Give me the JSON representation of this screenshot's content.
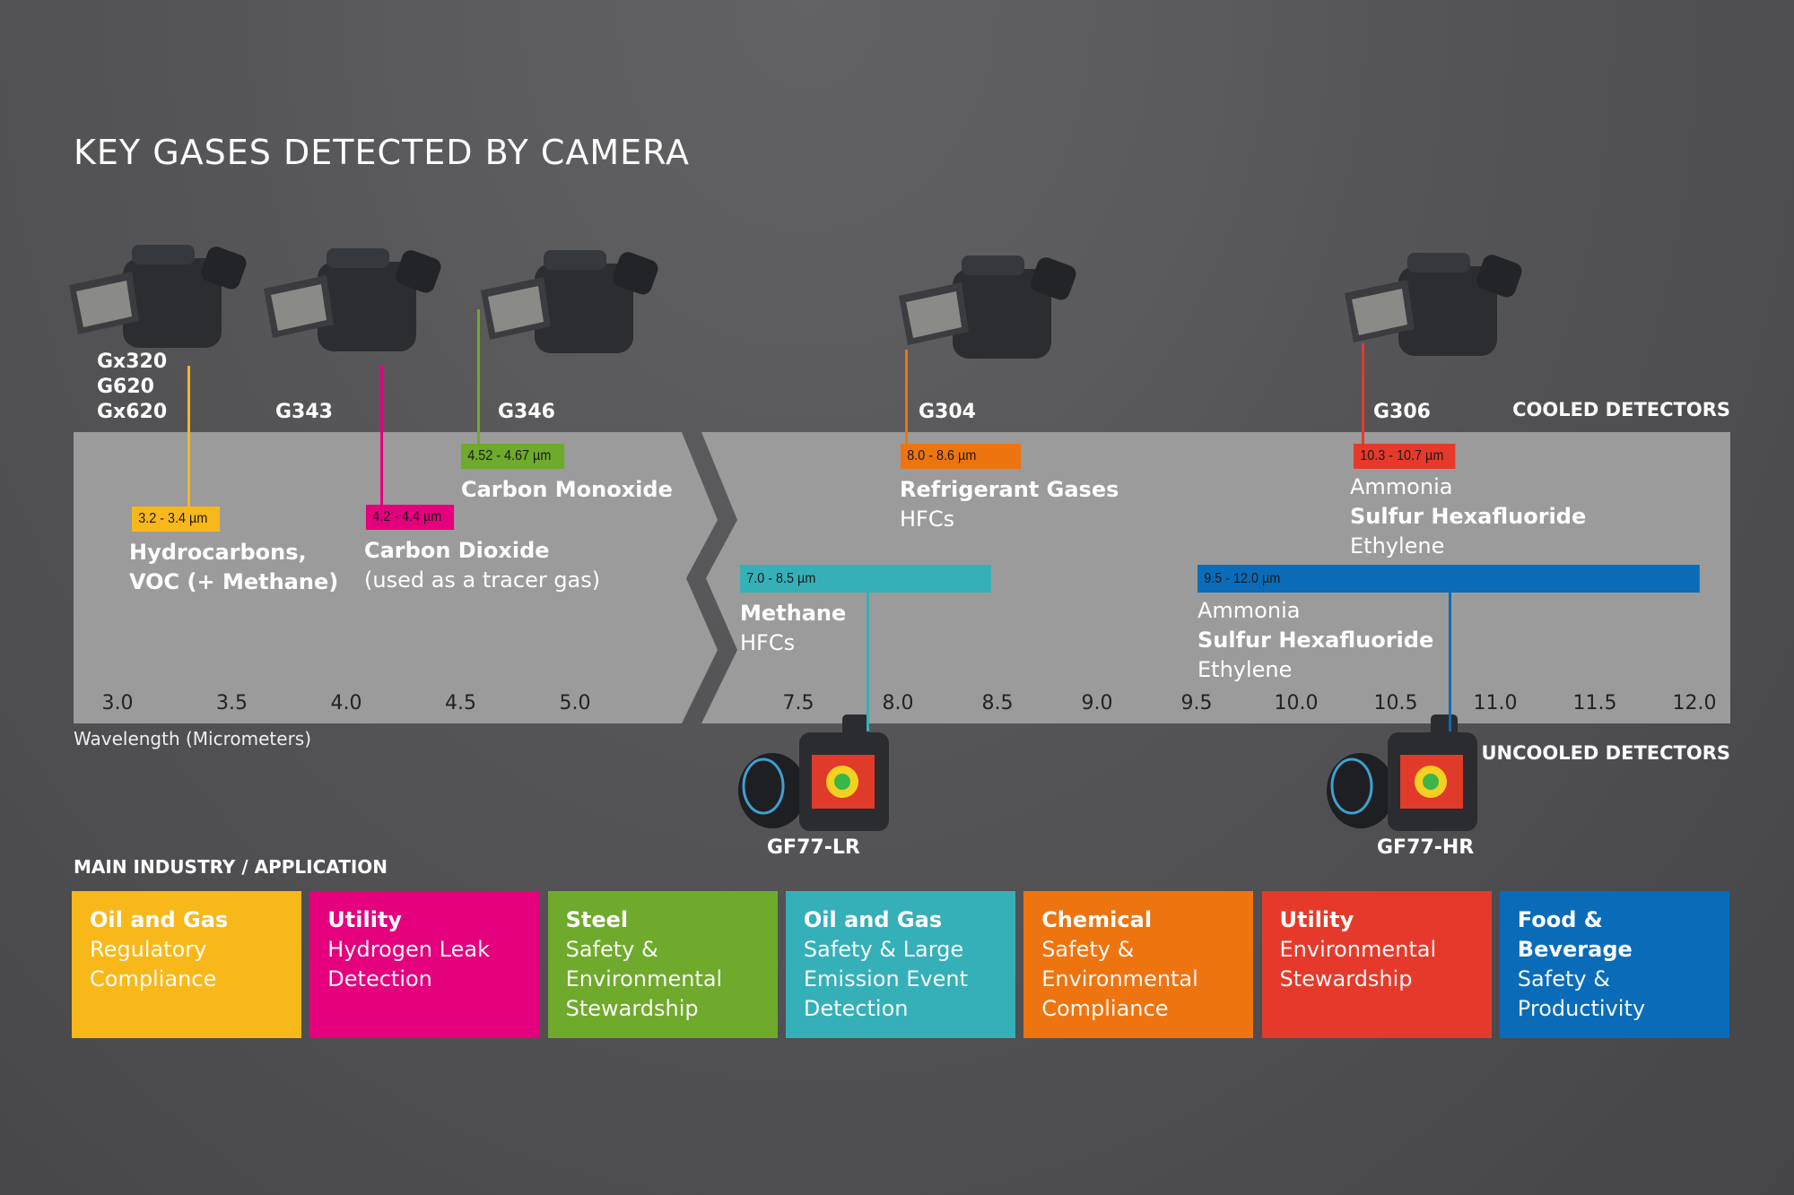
{
  "title": "KEY GASES DETECTED BY CAMERA",
  "cooled_label": "COOLED DETECTORS",
  "uncooled_label": "UNCOOLED DETECTORS",
  "axis_label": "Wavelength (Micrometers)",
  "industry_heading": "MAIN INDUSTRY / APPLICATION",
  "ticks_left": [
    "3.0",
    "3.5",
    "4.0",
    "4.5",
    "5.0"
  ],
  "ticks_right": [
    "7.5",
    "8.0",
    "8.5",
    "9.0",
    "9.5",
    "10.0",
    "10.5",
    "11.0",
    "11.5",
    "12.0"
  ],
  "cooled": [
    {
      "models": [
        "Gx320",
        "G620",
        "Gx620"
      ],
      "range": "3.2 - 3.4 µm",
      "color": "#f9b81a",
      "gases": [
        {
          "t": "Hydrocarbons,",
          "b": true
        },
        {
          "t": "VOC (+ Methane)",
          "b": true
        }
      ]
    },
    {
      "models": [
        "G343"
      ],
      "range": "4.2 - 4.4 µm",
      "color": "#e5007d",
      "gases": [
        {
          "t": "Carbon Dioxide",
          "b": true
        },
        {
          "t": "(used as a tracer gas)",
          "b": false
        }
      ]
    },
    {
      "models": [
        "G346"
      ],
      "range": "4.52 - 4.67 µm",
      "color": "#6faa2c",
      "gases": [
        {
          "t": "Carbon  Monoxide",
          "b": true
        }
      ]
    },
    {
      "models": [
        "G304"
      ],
      "range": "8.0 - 8.6 µm",
      "color": "#ee7410",
      "gases": [
        {
          "t": "Refrigerant Gases",
          "b": true
        },
        {
          "t": "HFCs",
          "b": false
        }
      ]
    },
    {
      "models": [
        "G306"
      ],
      "range": "10.3 - 10.7 µm",
      "color": "#e53a2b",
      "gases": [
        {
          "t": "Ammonia",
          "b": false
        },
        {
          "t": "Sulfur Hexafluoride",
          "b": true
        },
        {
          "t": "Ethylene",
          "b": false
        }
      ]
    }
  ],
  "uncooled": [
    {
      "model": "GF77-LR",
      "range": "7.0 - 8.5 µm",
      "color": "#36b0b8",
      "gases": [
        {
          "t": "Methane",
          "b": true
        },
        {
          "t": "HFCs",
          "b": false
        }
      ]
    },
    {
      "model": "GF77-HR",
      "range": "9.5 - 12.0 µm",
      "color": "#0a6cb8",
      "gases": [
        {
          "t": "Ammonia",
          "b": false
        },
        {
          "t": "Sulfur Hexafluoride",
          "b": true
        },
        {
          "t": "Ethylene",
          "b": false
        }
      ]
    }
  ],
  "industries": [
    {
      "title": "Oil and Gas",
      "lines": [
        "Regulatory",
        "Compliance"
      ],
      "color": "#f9b81a"
    },
    {
      "title": "Utility",
      "lines": [
        "Hydrogen Leak",
        "Detection"
      ],
      "color": "#e5007d"
    },
    {
      "title": "Steel",
      "lines": [
        "Safety &",
        "Environmental",
        "Stewardship"
      ],
      "color": "#6faa2c"
    },
    {
      "title": "Oil and Gas",
      "lines": [
        "Safety & Large",
        "Emission Event",
        "Detection"
      ],
      "color": "#36b0b8"
    },
    {
      "title": "Chemical",
      "lines": [
        "Safety &",
        "Environmental",
        "Compliance"
      ],
      "color": "#ee7410"
    },
    {
      "title": "Utility",
      "lines": [
        "Environmental",
        "Stewardship"
      ],
      "color": "#e53a2b"
    },
    {
      "title": "Food & Beverage",
      "lines": [
        "Safety &",
        "Productivity"
      ],
      "color": "#0a6cb8"
    }
  ]
}
